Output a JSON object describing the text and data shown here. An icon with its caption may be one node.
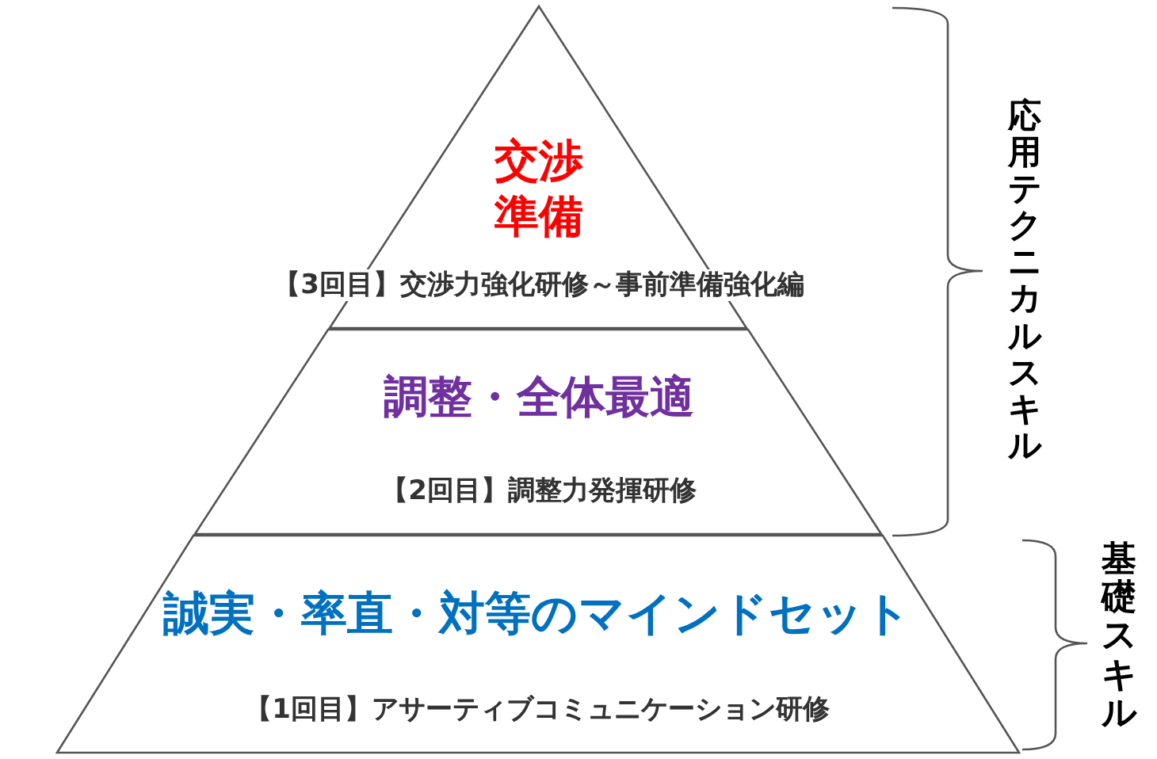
{
  "diagram": {
    "nodes": [
      {
        "text": [
          "交渉準備",
          "【3回目】交渉力強化研修～事前準備強化編"
        ]
      },
      {
        "text": [
          "調整・全体最適",
          "【2回目】調整力発揮研修"
        ]
      },
      {
        "text": [
          "誠実・率直・対等のマインドセット",
          "【1回目】アサーティブコミュニケーション研修"
        ]
      }
    ],
    "labels": [
      "応用テクニカルスキル",
      "基礎スキル"
    ]
  }
}
